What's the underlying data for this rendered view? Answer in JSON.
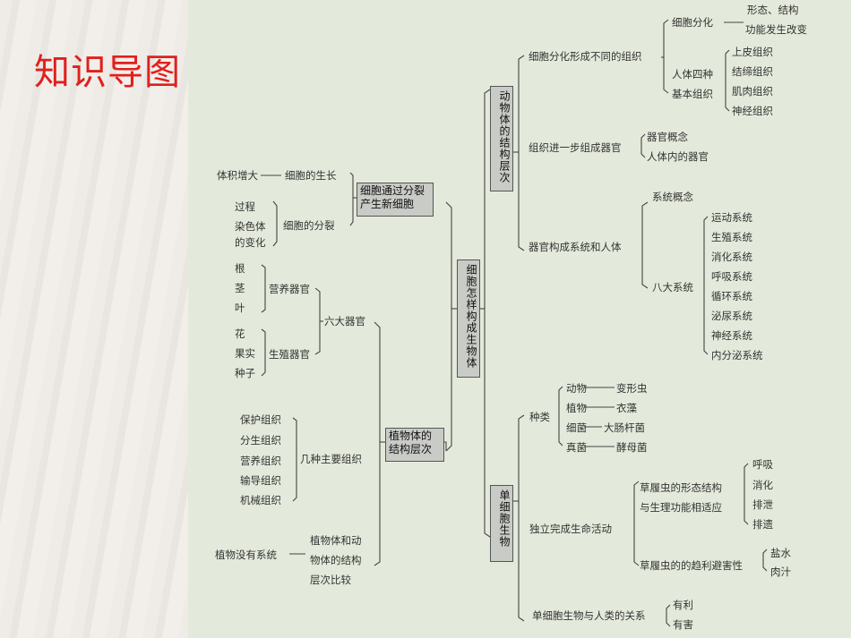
{
  "heading": "知识导图",
  "center": "细胞怎样构成生物体",
  "branches": {
    "division": "细胞通过分裂产生新细胞",
    "plant": "植物体的结构层次",
    "animal": "动物体的结构层次",
    "single": "单细胞生物"
  },
  "left": {
    "volume": "体积增大",
    "growth": "细胞的生长",
    "process": "过程",
    "chromosome": "染色体",
    "change": "的变化",
    "split": "细胞的分裂",
    "root": "根",
    "stem": "茎",
    "leaf": "叶",
    "nutrient": "营养器官",
    "flower": "花",
    "fruit": "果实",
    "seed": "种子",
    "repro": "生殖器官",
    "six": "六大器官",
    "tissues": [
      "保护组织",
      "分生组织",
      "营养组织",
      "输导组织",
      "机械组织"
    ],
    "main_tissues": "几种主要组织",
    "no_system": "植物没有系统",
    "compare": [
      "植物体和动",
      "物体的结构",
      "层次比较"
    ]
  },
  "animal": {
    "diff": "细胞分化形成不同的组织",
    "cell_diff": "细胞分化",
    "form": "形态、结构",
    "func": "功能发生改变",
    "four_a": "人体四种",
    "four_b": "基本组织",
    "tissues": [
      "上皮组织",
      "结缔组织",
      "肌肉组织",
      "神经组织"
    ],
    "organ_form": "组织进一步组成器官",
    "organ_concept": "器官概念",
    "human_organ": "人体内的器官",
    "system_form": "器官构成系统和人体",
    "system_concept": "系统概念",
    "eight": "八大系统",
    "systems": [
      "运动系统",
      "生殖系统",
      "消化系统",
      "呼吸系统",
      "循环系统",
      "泌尿系统",
      "神经系统",
      "内分泌系统"
    ]
  },
  "single": {
    "kinds": "种类",
    "examples": [
      {
        "k": "动物",
        "v": "变形虫"
      },
      {
        "k": "植物",
        "v": "衣藻"
      },
      {
        "k": "细菌",
        "v": "大肠杆菌"
      },
      {
        "k": "真菌",
        "v": "酵母菌"
      }
    ],
    "indep": "独立完成生命活动",
    "para_a": "草履虫的形态结构",
    "para_b": "与生理功能相适应",
    "funcs": [
      "呼吸",
      "消化",
      "排泄",
      "排遗"
    ],
    "taxis": "草履虫的的趋利避害性",
    "salt": "盐水",
    "juice": "肉汁",
    "relation": "单细胞生物与人类的关系",
    "good": "有利",
    "bad": "有害"
  }
}
